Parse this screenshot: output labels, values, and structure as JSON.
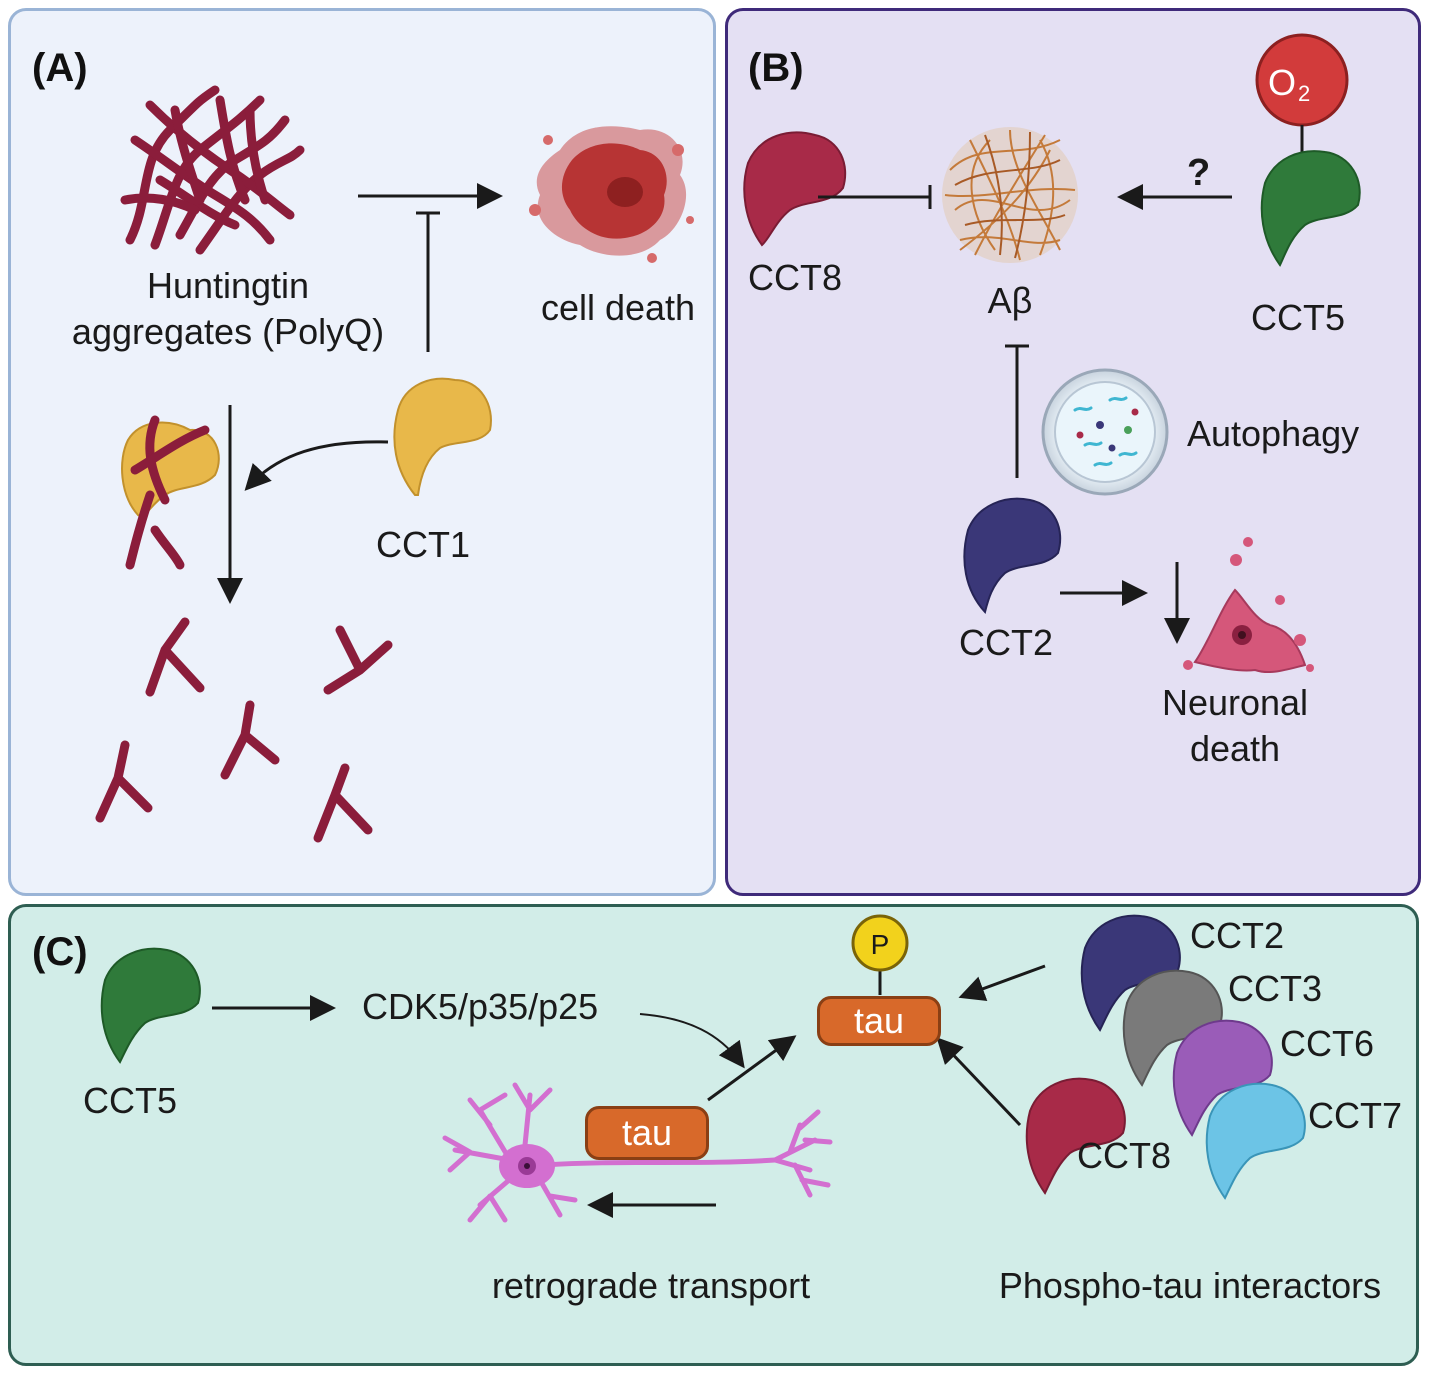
{
  "panels": {
    "a": {
      "label": "(A)",
      "huntingtin_line1": "Huntingtin",
      "huntingtin_line2": "aggregates (PolyQ)",
      "cell_death": "cell death",
      "cct1": "CCT1"
    },
    "b": {
      "label": "(B)",
      "cct8": "CCT8",
      "abeta": "Aβ",
      "question": "?",
      "cct5": "CCT5",
      "o2_main": "O",
      "o2_sub": "2",
      "autophagy": "Autophagy",
      "cct2": "CCT2",
      "neuronal_line1": "Neuronal",
      "neuronal_line2": "death"
    },
    "c": {
      "label": "(C)",
      "cct5": "CCT5",
      "cdk5": "CDK5/p35/p25",
      "phospho_p": "P",
      "tau_top": "tau",
      "tau_neuron": "tau",
      "retrograde": "retrograde transport",
      "cct2": "CCT2",
      "cct3": "CCT3",
      "cct6": "CCT6",
      "cct7": "CCT7",
      "cct8": "CCT8",
      "phospho_interactors": "Phospho-tau interactors"
    }
  },
  "colors": {
    "huntingtin": "#8b1d3b",
    "cct1": "#e8b84a",
    "cct8": "#a82a48",
    "cct5": "#2f7a3a",
    "cct2": "#3a3778",
    "cct3": "#7a7a7a",
    "cct6": "#9a5cb8",
    "cct7": "#6cc4e6",
    "tau": "#d8692a",
    "phospho": "#f2d21c",
    "o2": "#d23b3b",
    "neuron": "#d36fd0"
  }
}
